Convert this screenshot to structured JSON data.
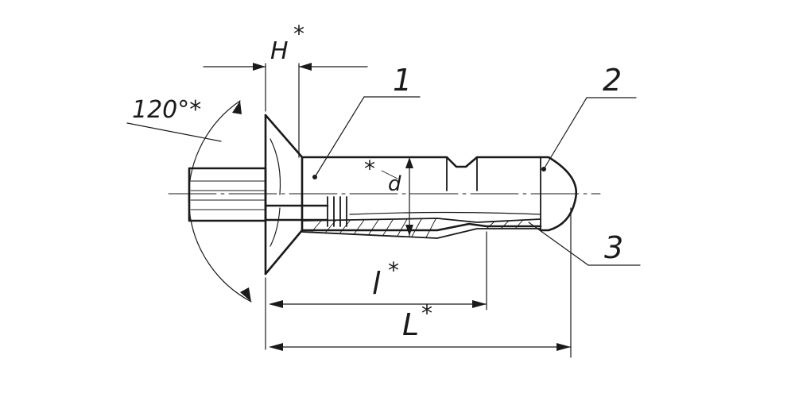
{
  "drawing": {
    "angle_label": "120°*",
    "head_height_label": "H",
    "head_height_star": "*",
    "grip_length_label": "l",
    "grip_length_star": "*",
    "total_length_label": "L",
    "total_length_star": "*",
    "diameter_label": "d",
    "diameter_star": "*",
    "part_1_label": "1",
    "part_2_label": "2",
    "part_3_label": "3"
  }
}
